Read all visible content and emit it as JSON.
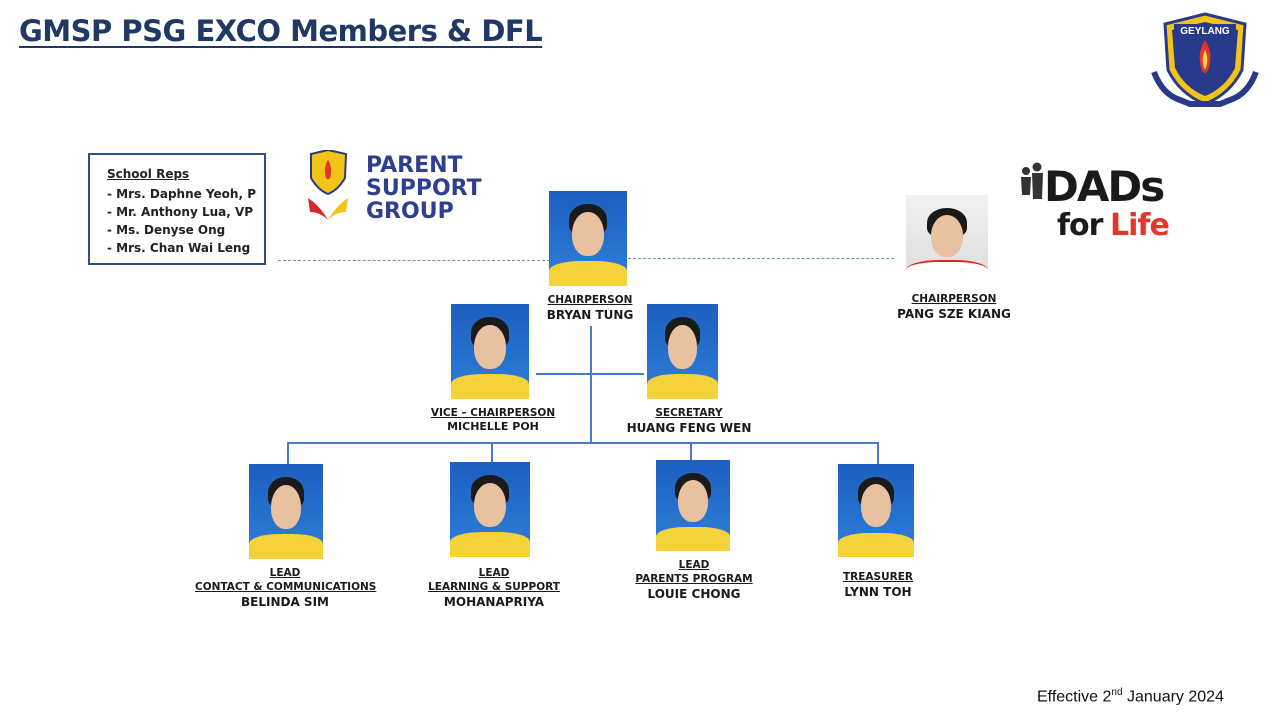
{
  "title": "GMSP PSG EXCO Members & DFL",
  "school_crest": {
    "text": "GEYLANG"
  },
  "school_reps": {
    "header": "School Reps",
    "items": [
      "- Mrs. Daphne Yeoh, P",
      "- Mr. Anthony Lua, VP",
      "- Ms. Denyse Ong",
      "- Mrs. Chan Wai Leng"
    ]
  },
  "psg_logo": {
    "line1": "PARENT",
    "line2": "SUPPORT",
    "line3": "GROUP"
  },
  "dfl_logo": {
    "line1": "DADs",
    "line2a": "for",
    "line2b": "Life"
  },
  "members": {
    "chair": {
      "role": "CHAIRPERSON",
      "name": "BRYAN TUNG"
    },
    "vice": {
      "role": "VICE – CHAIRPERSON",
      "name": "MICHELLE POH"
    },
    "secretary": {
      "role": "SECRETARY",
      "name": "HUANG FENG WEN"
    },
    "dfl_chair": {
      "role": "CHAIRPERSON",
      "name": "PANG SZE KIANG"
    },
    "lead_contact": {
      "role1": "LEAD",
      "role2": "CONTACT & COMMUNICATIONS",
      "name": "BELINDA SIM"
    },
    "lead_learning": {
      "role1": "LEAD",
      "role2": "LEARNING & SUPPORT",
      "name": "MOHANAPRIYA"
    },
    "lead_parents": {
      "role1": "LEAD",
      "role2": "PARENTS PROGRAM",
      "name": "LOUIE CHONG"
    },
    "treasurer": {
      "role": "TREASURER",
      "name": "LYNN TOH"
    }
  },
  "effective": {
    "pre": "Effective 2",
    "sup": "nd",
    "post": " January 2024"
  },
  "colors": {
    "title": "#1f3864",
    "connector": "#4a7bc8",
    "psg_red": "#d9262c",
    "psg_blue": "#2f3f8f",
    "shirt": "#f3d23a"
  }
}
